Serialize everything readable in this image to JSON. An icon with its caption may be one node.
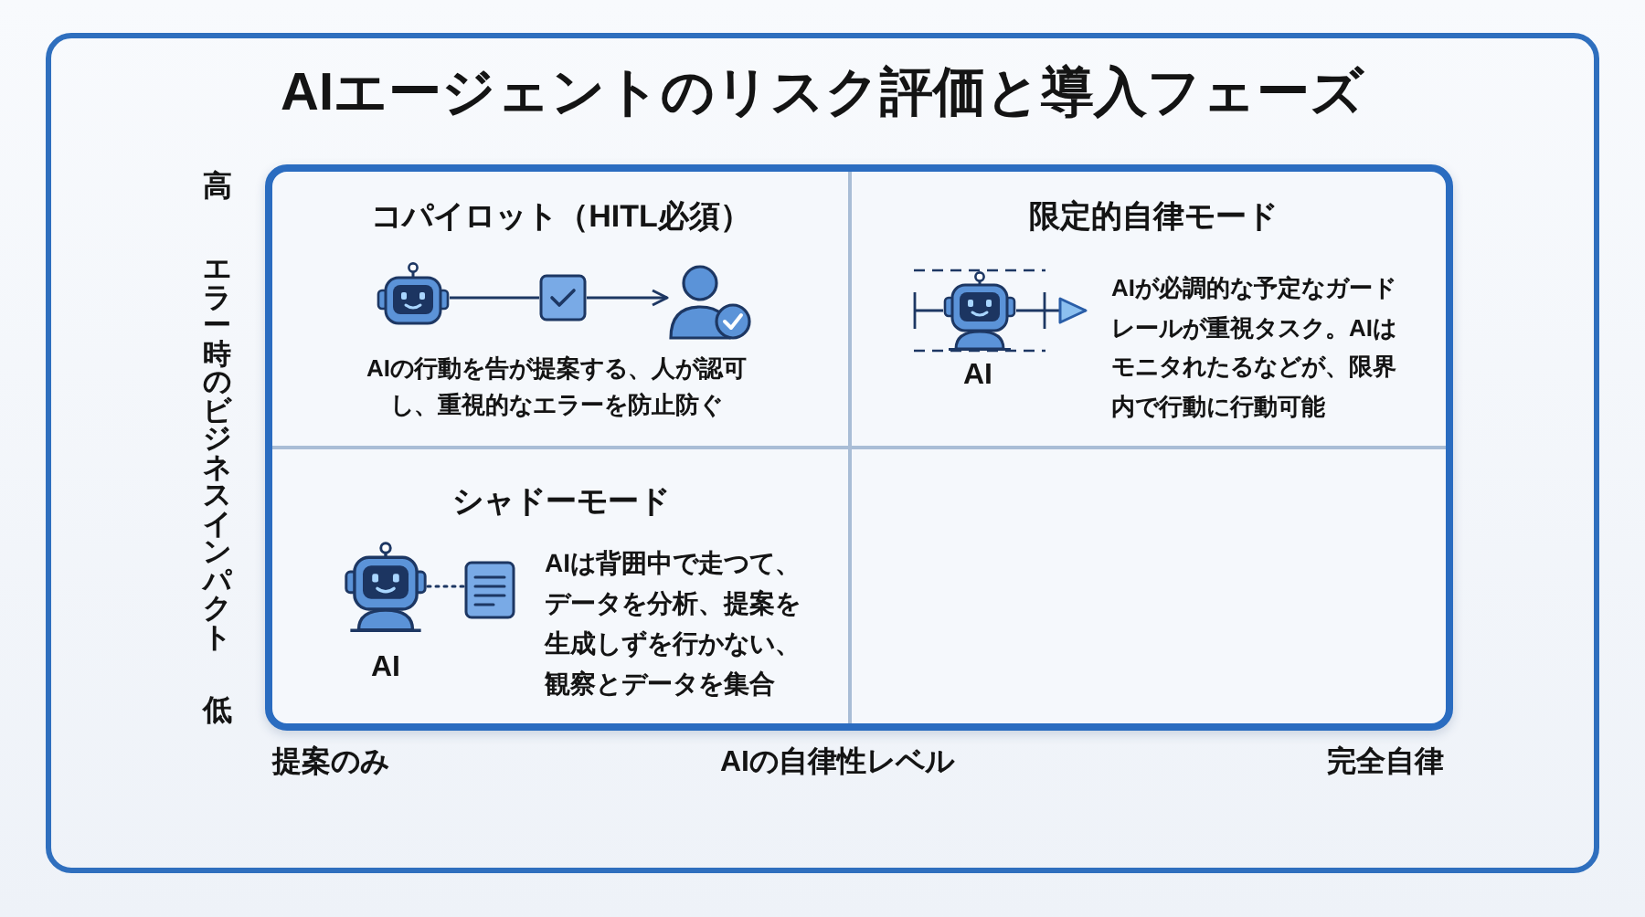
{
  "diagram": {
    "title": "AIエージェントのリスク評価と導入フェーズ",
    "nodes": [
      {
        "text": [],
        "shape": "box"
      },
      {
        "text": [
          "コパイロット（HITL必須）",
          "AIの行動を告が提案する、人が認可し、重視的なエラーを防止防ぐ"
        ],
        "in": 0
      },
      {
        "text": [],
        "shape": "picture",
        "in": 1
      },
      {
        "text": [],
        "shape": "box",
        "in": 1
      },
      {
        "text": [],
        "shape": "person",
        "in": 1
      },
      {
        "text": [
          "限定的自律モード",
          "AIが必調的な予定なガードレールが重視タスク。AIはモニタれたるなどが、限界内で行動に行動可能"
        ],
        "in": 0
      },
      {
        "text": [],
        "shape": "box",
        "in": 5
      },
      {
        "text": [],
        "shape": "picture",
        "beside": [
          "AI"
        ],
        "in": 6
      },
      {
        "text": [
          "シャドーモード",
          "AIは背囲中で走つて、データを分析、提案を生成しずを行かない、観察とデータを集合"
        ],
        "in": 0
      },
      {
        "text": [],
        "shape": "picture",
        "beside": [
          "AI"
        ],
        "in": 8
      },
      {
        "text": [],
        "shape": "picture",
        "in": 8
      },
      {
        "text": [],
        "shape": "box",
        "in": 0
      }
    ],
    "edges": [
      {
        "from": 2,
        "to": 3,
        "arrow": "none"
      },
      {
        "from": 3,
        "to": 4,
        "arrow": "to"
      },
      {
        "from": 6,
        "to": null,
        "arrow": "to"
      },
      {
        "from": 9,
        "to": 10,
        "arrow": "none",
        "style": "dashed"
      }
    ],
    "labels": [
      "高",
      "エラー時のビジネスインパクト",
      "低",
      "提案のみ",
      "AIの自律性レベル",
      "完全自律"
    ]
  }
}
